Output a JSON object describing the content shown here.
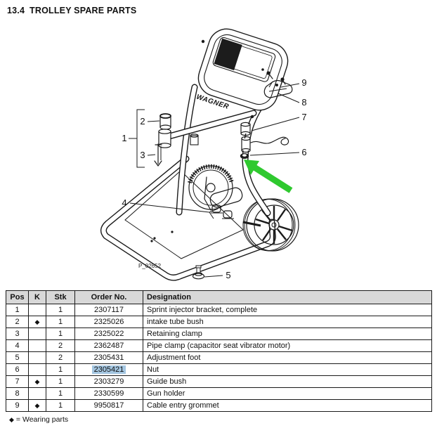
{
  "page": {
    "section_number": "13.4",
    "title": "TROLLEY SPARE PARTS"
  },
  "diagram": {
    "figure_code": "P_02652",
    "brand_logo": "WAGNER",
    "callouts": {
      "c1": "1",
      "c2": "2",
      "c3": "3",
      "c4": "4",
      "c5": "5",
      "c6": "6",
      "c7": "7",
      "c8": "8",
      "c9": "9"
    },
    "highlight_arrow": {
      "points_to_pos": "6",
      "color": "#2fc92f"
    }
  },
  "table": {
    "headers": [
      "Pos",
      "K",
      "Stk",
      "Order No.",
      "Designation"
    ],
    "rows": [
      {
        "pos": "1",
        "k": "",
        "stk": "1",
        "order_no": "2307117",
        "designation": "Sprint injector bracket, complete",
        "highlighted": false
      },
      {
        "pos": "2",
        "k": "◆",
        "stk": "1",
        "order_no": "2325026",
        "designation": "intake tube bush",
        "highlighted": false
      },
      {
        "pos": "3",
        "k": "",
        "stk": "1",
        "order_no": "2325022",
        "designation": "Retaining clamp",
        "highlighted": false
      },
      {
        "pos": "4",
        "k": "",
        "stk": "2",
        "order_no": "2362487",
        "designation": "Pipe clamp (capacitor seat vibrator motor)",
        "highlighted": false
      },
      {
        "pos": "5",
        "k": "",
        "stk": "2",
        "order_no": "2305431",
        "designation": "Adjustment foot",
        "highlighted": false
      },
      {
        "pos": "6",
        "k": "",
        "stk": "1",
        "order_no": "2305421",
        "designation": "Nut",
        "highlighted": true
      },
      {
        "pos": "7",
        "k": "◆",
        "stk": "1",
        "order_no": "2303279",
        "designation": "Guide bush",
        "highlighted": false
      },
      {
        "pos": "8",
        "k": "",
        "stk": "1",
        "order_no": "2330599",
        "designation": "Gun holder",
        "highlighted": false
      },
      {
        "pos": "9",
        "k": "◆",
        "stk": "1",
        "order_no": "9950817",
        "designation": "Cable entry grommet",
        "highlighted": false
      }
    ]
  },
  "legend": {
    "symbol": "◆",
    "text": "= Wearing parts"
  },
  "colors": {
    "ink": "#1a1a1a",
    "header_bg": "#d8d8d8",
    "highlight_blue": "#a4c6e1",
    "arrow_green": "#2fc92f"
  }
}
